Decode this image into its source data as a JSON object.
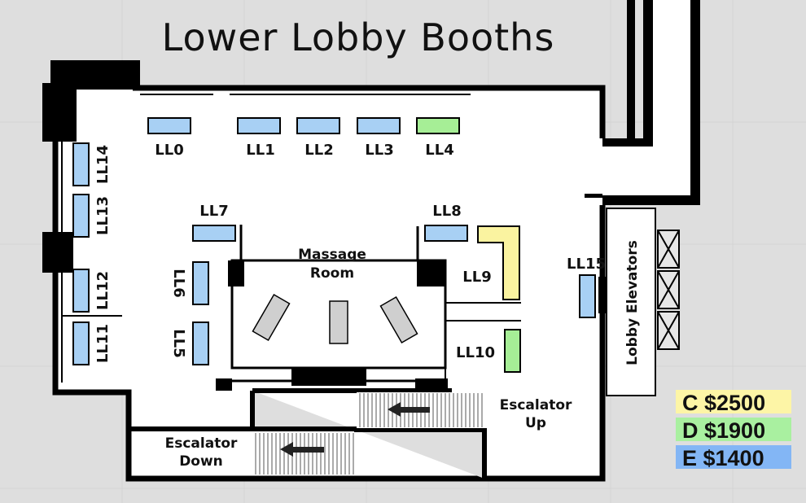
{
  "title": "Lower Lobby Booths",
  "colors": {
    "tier_C": "#faf3a0",
    "tier_D": "#a6ee96",
    "tier_E": "#a8d0f4",
    "legend_C": "#fdf5a6",
    "legend_D": "#a9f0a0",
    "legend_E": "#83b6f5",
    "wall": "#000000",
    "floor": "#ffffff",
    "background": "#dedede",
    "massage_table": "#cfcfcf"
  },
  "booths": [
    {
      "id": "LL0",
      "label": "LL0",
      "tier": "E"
    },
    {
      "id": "LL1",
      "label": "LL1",
      "tier": "E"
    },
    {
      "id": "LL2",
      "label": "LL2",
      "tier": "E"
    },
    {
      "id": "LL3",
      "label": "LL3",
      "tier": "E"
    },
    {
      "id": "LL4",
      "label": "LL4",
      "tier": "D"
    },
    {
      "id": "LL5",
      "label": "LL5",
      "tier": "E"
    },
    {
      "id": "LL6",
      "label": "LL6",
      "tier": "E"
    },
    {
      "id": "LL7",
      "label": "LL7",
      "tier": "E"
    },
    {
      "id": "LL8",
      "label": "LL8",
      "tier": "E"
    },
    {
      "id": "LL9",
      "label": "LL9",
      "tier": "C"
    },
    {
      "id": "LL10",
      "label": "LL10",
      "tier": "D"
    },
    {
      "id": "LL11",
      "label": "LL11",
      "tier": "E"
    },
    {
      "id": "LL12",
      "label": "LL12",
      "tier": "E"
    },
    {
      "id": "LL13",
      "label": "LL13",
      "tier": "E"
    },
    {
      "id": "LL14",
      "label": "LL14",
      "tier": "E"
    },
    {
      "id": "LL15",
      "label": "LL15",
      "tier": "E"
    }
  ],
  "rooms": {
    "massage_room": {
      "line1": "Massage",
      "line2": "Room"
    },
    "lobby_elevators": "Lobby Elevators",
    "escalator_up": {
      "line1": "Escalator",
      "line2": "Up"
    },
    "escalator_down": {
      "line1": "Escalator",
      "line2": "Down"
    }
  },
  "legend": [
    {
      "tier": "C",
      "label": "C $2500"
    },
    {
      "tier": "D",
      "label": "D $1900"
    },
    {
      "tier": "E",
      "label": "E $1400"
    }
  ]
}
